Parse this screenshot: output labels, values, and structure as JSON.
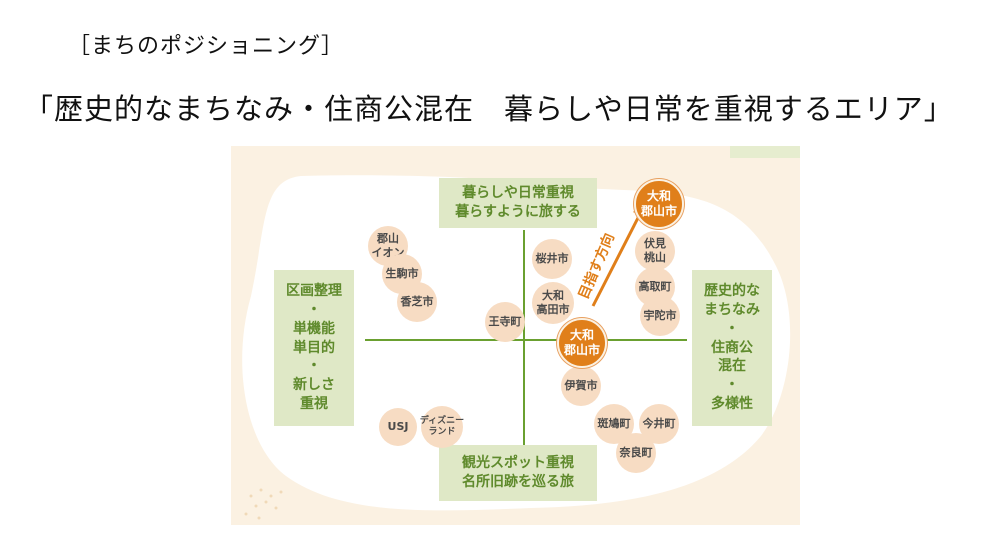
{
  "subtitle": "［まちのポジショニング］",
  "headline": "「歴史的なまちなみ・住商公混在　暮らしや日常を重視するエリア」",
  "diagram": {
    "top_box": [
      "暮らしや日常重視",
      "暮らすように旅する"
    ],
    "bottom_box": [
      "観光スポット重視",
      "名所旧跡を巡る旅"
    ],
    "left_box": [
      "区画整理",
      "・",
      "単機能",
      "単目的",
      "・",
      "新しさ",
      "重視"
    ],
    "right_box": [
      "歴史的な",
      "まちなみ",
      "・",
      "住商公",
      "混在",
      "・",
      "多様性"
    ],
    "arrow_label": "目指す方向",
    "current": [
      "大和",
      "郡山市"
    ],
    "target": [
      "大和",
      "郡山市"
    ],
    "places": {
      "koriyama_aeon": [
        "郡山",
        "イオン"
      ],
      "ikoma": [
        "生駒市"
      ],
      "kashiba": [
        "香芝市"
      ],
      "sakurai": [
        "桜井市"
      ],
      "yamato_takada": [
        "大和",
        "高田市"
      ],
      "ojicho": [
        "王寺町"
      ],
      "fushimi_momoyama": [
        "伏見",
        "桃山"
      ],
      "takatori": [
        "高取町"
      ],
      "uda": [
        "宇陀市"
      ],
      "iga": [
        "伊賀市"
      ],
      "usj": [
        "USJ"
      ],
      "disneyland": [
        "ディズニー",
        "ランド"
      ],
      "ikaruga": [
        "斑鳩町"
      ],
      "imai": [
        "今井町"
      ],
      "nara": [
        "奈良町"
      ]
    }
  },
  "colors": {
    "panel_bg": "#fbf1e2",
    "box_bg": "#dfe8c6",
    "box_text": "#5f8a2c",
    "axis": "#6aa030",
    "accent_orange": "#e07f1a",
    "circle_peach": "#f7dcc3"
  }
}
